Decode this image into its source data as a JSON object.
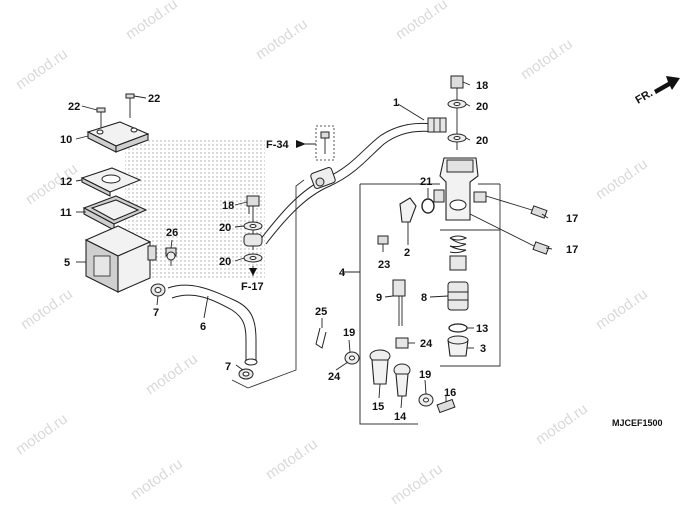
{
  "watermark": {
    "text": "motod.ru"
  },
  "reference_marks": {
    "f34": "F-34",
    "f17": "F-17",
    "front": "FR."
  },
  "diagram_code": "MJCEF1500",
  "callouts": {
    "p1": "1",
    "p2": "2",
    "p3": "3",
    "p4": "4",
    "p5": "5",
    "p6": "6",
    "p7a": "7",
    "p7b": "7",
    "p8": "8",
    "p9": "9",
    "p10": "10",
    "p11": "11",
    "p12": "12",
    "p13": "13",
    "p14": "14",
    "p15": "15",
    "p16": "16",
    "p17a": "17",
    "p17b": "17",
    "p18a": "18",
    "p18b": "18",
    "p19a": "19",
    "p19b": "19",
    "p20a": "20",
    "p20b": "20",
    "p20c": "20",
    "p20d": "20",
    "p21": "21",
    "p22a": "22",
    "p22b": "22",
    "p23": "23",
    "p24a": "24",
    "p24b": "24",
    "p25": "25",
    "p26": "26"
  }
}
